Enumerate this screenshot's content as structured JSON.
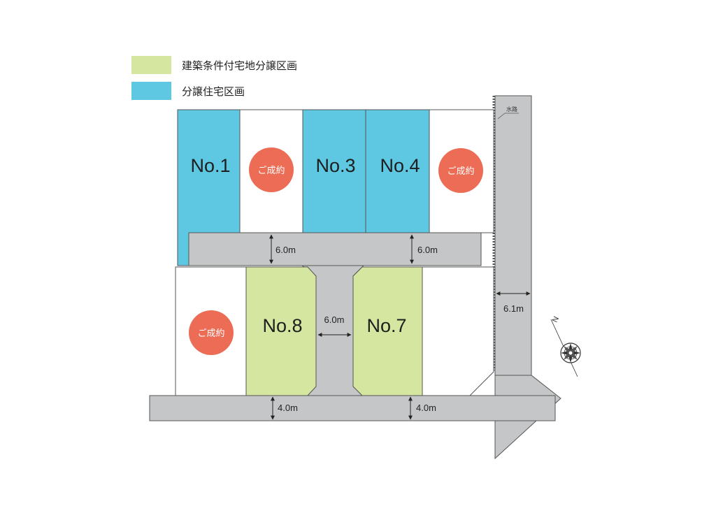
{
  "legend": [
    {
      "text": "建築条件付宅地分譲区画",
      "color": "#d4e6a0"
    },
    {
      "text": "分譲住宅区画",
      "color": "#5ec8e2"
    }
  ],
  "lots": {
    "no1": {
      "label": "No.1",
      "status": "分譲住宅区画"
    },
    "no3": {
      "label": "No.3",
      "status": "分譲住宅区画"
    },
    "no4": {
      "label": "No.4",
      "status": "分譲住宅区画"
    },
    "no7": {
      "label": "No.7",
      "status": "建築条件付宅地分譲区画"
    },
    "no8": {
      "label": "No.8",
      "status": "建築条件付宅地分譲区画"
    }
  },
  "sold_badges": [
    "ご成約",
    "ご成約",
    "ご成約"
  ],
  "dimensions": {
    "upper_road_left": "6.0m",
    "upper_road_right": "6.0m",
    "center_road": "6.0m",
    "lower_road_left": "4.0m",
    "lower_road_right": "4.0m",
    "east_road": "6.1m"
  },
  "waterway_label": "水路",
  "compass_label": "N",
  "colors": {
    "road": "#c5c6c8",
    "sold": "#ec6c56",
    "outline": "#555555"
  }
}
